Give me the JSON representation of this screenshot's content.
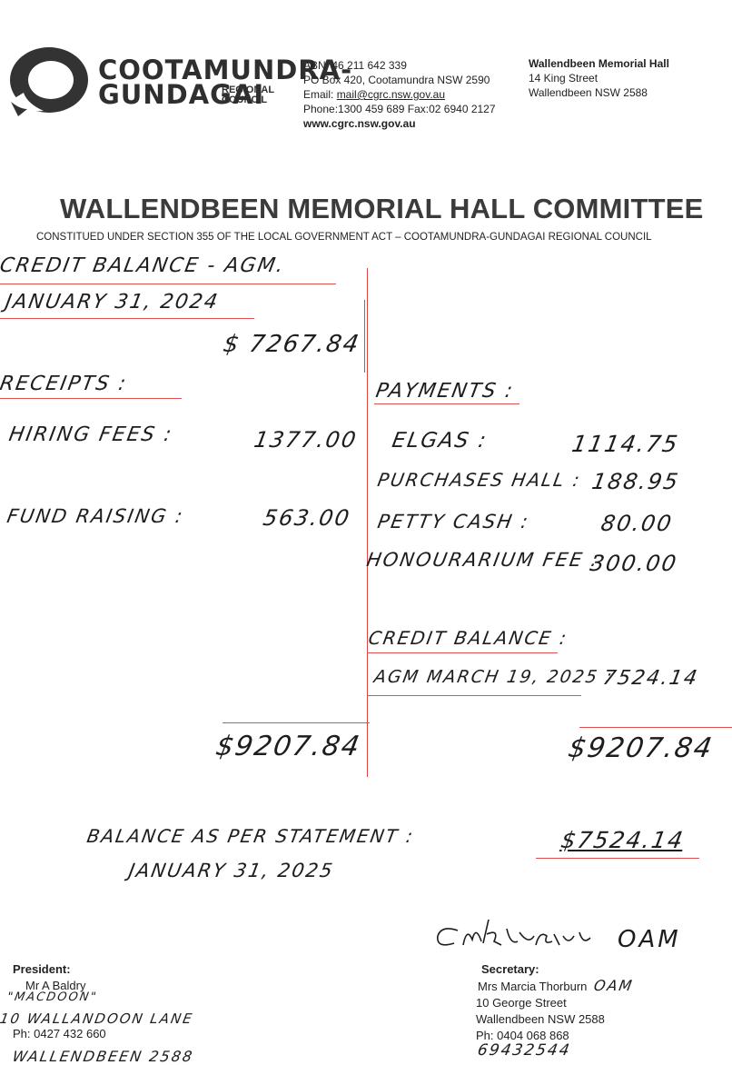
{
  "header": {
    "logo": {
      "line1": "COOTAMUNDRA-",
      "line2": "GUNDAGAI",
      "line3a": "REGIONAL",
      "line3b": "COUNCIL"
    },
    "contact": {
      "abn": "ABN: 46 211 642 339",
      "po": "PO Box 420, Cootamundra NSW 2590",
      "email_label": "Email: ",
      "email": "mail@cgrc.nsw.gov.au",
      "phone": "Phone:1300 459 689 Fax:02 6940 2127",
      "web": "www.cgrc.nsw.gov.au"
    },
    "address": {
      "name": "Wallendbeen Memorial Hall",
      "street": "14 King Street",
      "town": "Wallendbeen  NSW 2588"
    }
  },
  "title": "WALLENDBEEN MEMORIAL HALL COMMITTEE",
  "subtitle": "CONSTITUED UNDER SECTION 355 OF THE LOCAL GOVERNMENT ACT – COOTAMUNDRA-GUNDAGAI REGIONAL COUNCIL",
  "handwritten": {
    "credit_balance_agm": "CREDIT BALANCE - AGM.",
    "date_opening": "JANUARY 31, 2024",
    "opening_amount": "$ 7267.84",
    "receipts_heading": "RECEIPTS :",
    "hiring_fees_label": "HIRING FEES :",
    "hiring_fees_amount": "1377.00",
    "fund_raising_label": "FUND RAISING :",
    "fund_raising_amount": "563.00",
    "payments_heading": "PAYMENTS :",
    "elgas_label": "ELGAS :",
    "elgas_amount": "1114.75",
    "purchases_label": "PURCHASES HALL :",
    "purchases_amount": "188.95",
    "petty_label": "PETTY CASH :",
    "petty_amount": "80.00",
    "honour_label": "HONOURARIUM FEE :",
    "honour_amount": "300.00",
    "credit_balance_label": "CREDIT BALANCE :",
    "agm_date_label": "AGM MARCH 19, 2025 :",
    "closing_credit": "7524.14",
    "total_left": "$9207.84",
    "total_right": "$9207.84",
    "balance_statement": "BALANCE AS PER STATEMENT :",
    "date_closing": "JANUARY 31, 2025",
    "balance_amount": "$7524.14",
    "signature": "M R Thorburn OAM"
  },
  "president": {
    "label": "President:",
    "name": "Mr A Baldry",
    "hand_house": "\"MACDOON\"",
    "hand_road": "10 WALLANDOON LANE",
    "phone": "Ph: 0427 432 660",
    "hand_town": "WALLENDBEEN 2588"
  },
  "secretary": {
    "label": "Secretary:",
    "name": "Mrs Marcia Thorburn",
    "hand_oam": "OAM",
    "street": "10 George Street",
    "town": "Wallendbeen NSW 2588",
    "phone": "Ph: 0404 068 868",
    "hand_phone": "69432544"
  }
}
